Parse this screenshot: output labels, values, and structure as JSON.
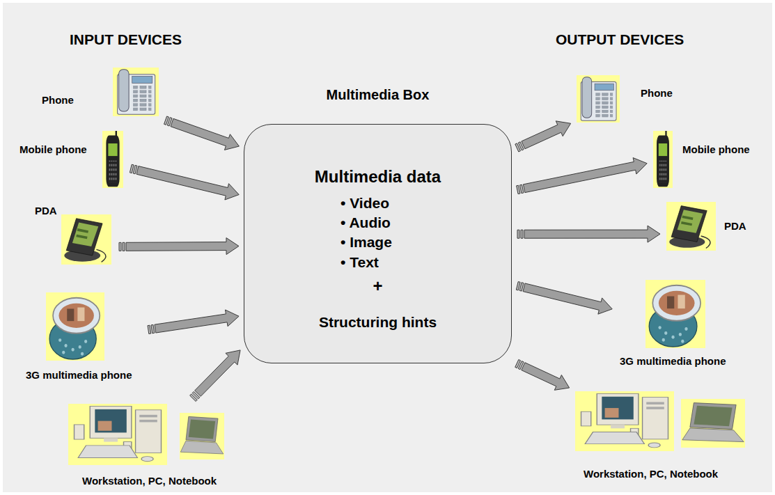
{
  "diagram": {
    "nodes": [
      {
        "text": [
          "Phone"
        ]
      },
      {
        "text": [
          "Mobile phone"
        ]
      },
      {
        "text": [
          "PDA"
        ]
      },
      {
        "text": [
          "3G multimedia phone"
        ]
      },
      {
        "text": [
          "Workstation, PC, Notebook"
        ]
      },
      {
        "text": [
          "Multimedia Box",
          "Multimedia data",
          "• Video",
          "• Audio",
          "• Image",
          "• Text",
          "+",
          "Structuring hints"
        ]
      },
      {
        "text": [
          "Phone"
        ]
      },
      {
        "text": [
          "Mobile phone"
        ]
      },
      {
        "text": [
          "PDA"
        ]
      },
      {
        "text": [
          "3G multimedia phone"
        ]
      },
      {
        "text": [
          "Workstation, PC, Notebook"
        ]
      }
    ],
    "edges": [
      {
        "from": 0,
        "to": 5,
        "arrow": "to"
      },
      {
        "from": 1,
        "to": 5,
        "arrow": "to"
      },
      {
        "from": 2,
        "to": 5,
        "arrow": "to"
      },
      {
        "from": 3,
        "to": 5,
        "arrow": "to"
      },
      {
        "from": 4,
        "to": 5,
        "arrow": "to"
      },
      {
        "from": 5,
        "to": 6,
        "arrow": "to"
      },
      {
        "from": 5,
        "to": 7,
        "arrow": "to"
      },
      {
        "from": 5,
        "to": 8,
        "arrow": "to"
      },
      {
        "from": 5,
        "to": 9,
        "arrow": "to"
      },
      {
        "from": 5,
        "to": 10,
        "arrow": "to"
      }
    ],
    "labels": [
      "INPUT DEVICES",
      "OUTPUT DEVICES"
    ]
  }
}
